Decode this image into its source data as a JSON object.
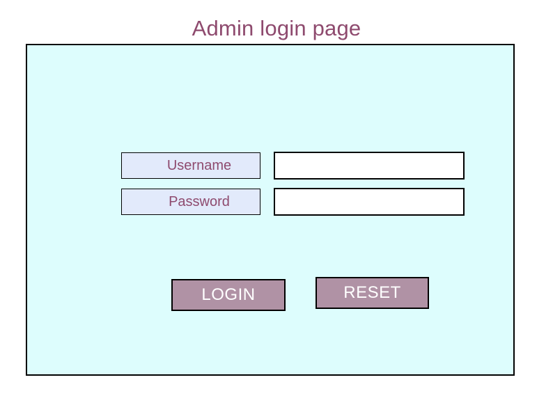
{
  "page": {
    "title": "Admin login page",
    "title_color": "#8e4a6e",
    "background_color": "#ffffff"
  },
  "panel": {
    "background_color": "#ddfdfd",
    "border_color": "#000000"
  },
  "form": {
    "fields": [
      {
        "label": "Username",
        "label_background": "#e2eafb",
        "label_color": "#8e4a6e",
        "value": "",
        "placeholder": "",
        "input_background": "#ffffff",
        "input_type": "text"
      },
      {
        "label": "Password",
        "label_background": "#e2eafb",
        "label_color": "#8e4a6e",
        "value": "",
        "placeholder": "",
        "input_background": "#ffffff",
        "input_type": "password"
      }
    ],
    "buttons": [
      {
        "label": "LOGIN",
        "background": "#b092a5",
        "text_color": "#ffffff"
      },
      {
        "label": "RESET",
        "background": "#b092a5",
        "text_color": "#ffffff"
      }
    ]
  }
}
